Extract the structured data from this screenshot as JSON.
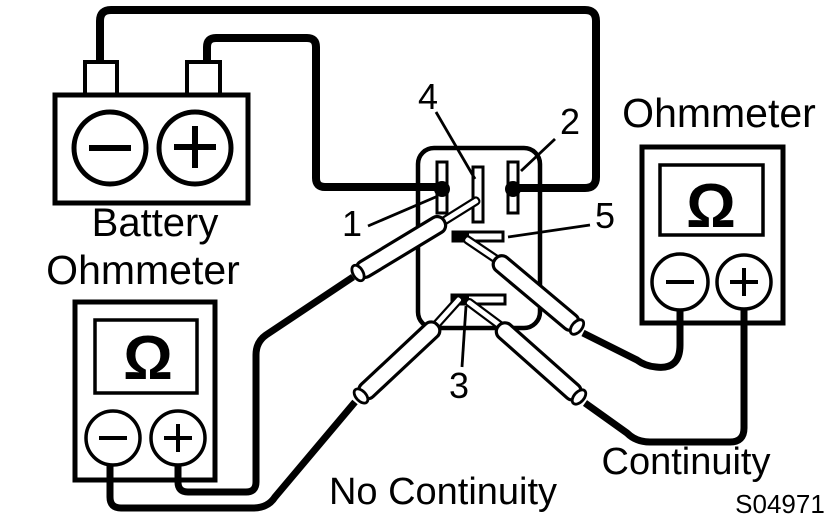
{
  "diagram": {
    "code": "S04971",
    "battery": {
      "label": "Battery",
      "minus_symbol": "−",
      "plus_symbol": "+"
    },
    "ohmmeter_left": {
      "label": "Ohmmeter",
      "display_symbol": "Ω"
    },
    "ohmmeter_right": {
      "label": "Ohmmeter",
      "display_symbol": "Ω"
    },
    "relay": {
      "terminal_numbers": {
        "t1": "1",
        "t2": "2",
        "t3": "3",
        "t4": "4",
        "t5": "5"
      }
    },
    "results": {
      "no_continuity": "No Continuity",
      "continuity": "Continuity"
    },
    "colors": {
      "ink": "#000000",
      "paper": "#ffffff"
    }
  }
}
